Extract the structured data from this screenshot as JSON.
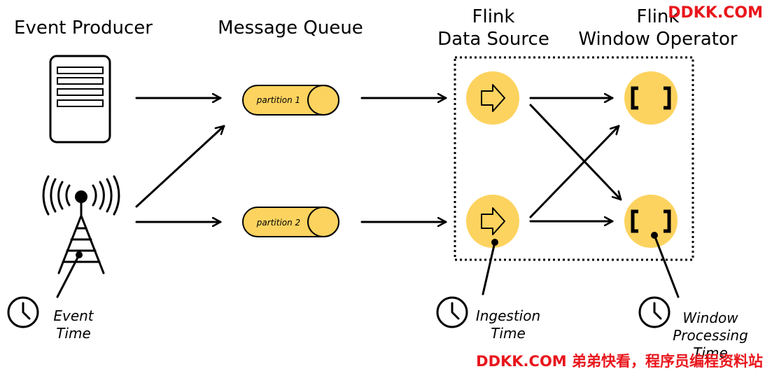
{
  "titles": {
    "event_producer": "Event Producer",
    "message_queue": "Message Queue",
    "flink_source_line1": "Flink",
    "flink_source_line2": "Data Source",
    "flink_window_line1": "Flink",
    "flink_window_line2": "Window Operator"
  },
  "queue": {
    "partition_1": "partition 1",
    "partition_2": "partition 2"
  },
  "time_labels": {
    "event_line1": "Event",
    "event_line2": "Time",
    "ingestion_line1": "Ingestion",
    "ingestion_line2": "Time",
    "window_line1": "Window",
    "window_line2": "Processing",
    "window_line3": "Time"
  },
  "watermark": {
    "top": "DDKK.COM",
    "bottom": "DDKK.COM 弟弟快看，程序员编程资料站"
  },
  "colors": {
    "node_fill": "#fdd35f",
    "watermark": "#e8161c"
  }
}
